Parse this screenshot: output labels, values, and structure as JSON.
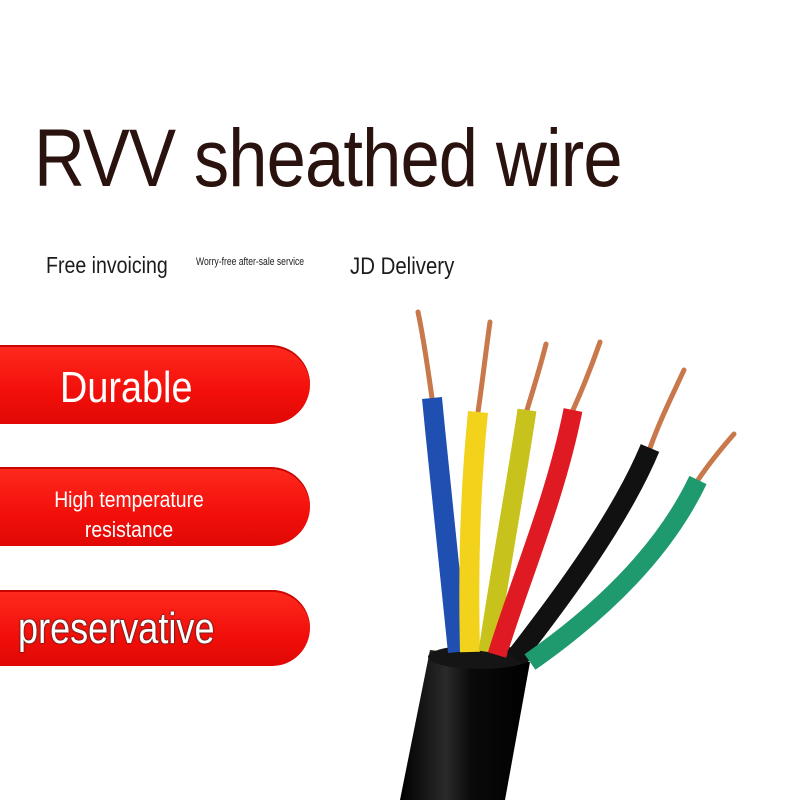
{
  "headline": "RVV sheathed wire",
  "perks": [
    "Free invoicing",
    "Worry-free after-sale service",
    "JD Delivery"
  ],
  "badges": [
    "Durable",
    "High temperature resistance",
    "preservative"
  ],
  "colors": {
    "badge_red": "#f20f0a",
    "headline": "#2a120e",
    "wire_blue": "#1f4fb0",
    "wire_yellow": "#f2d21a",
    "wire_yellow_green": "#c8c21c",
    "wire_red": "#e01a22",
    "wire_black": "#111111",
    "wire_green": "#1f9a6e",
    "copper": "#c8784a"
  }
}
